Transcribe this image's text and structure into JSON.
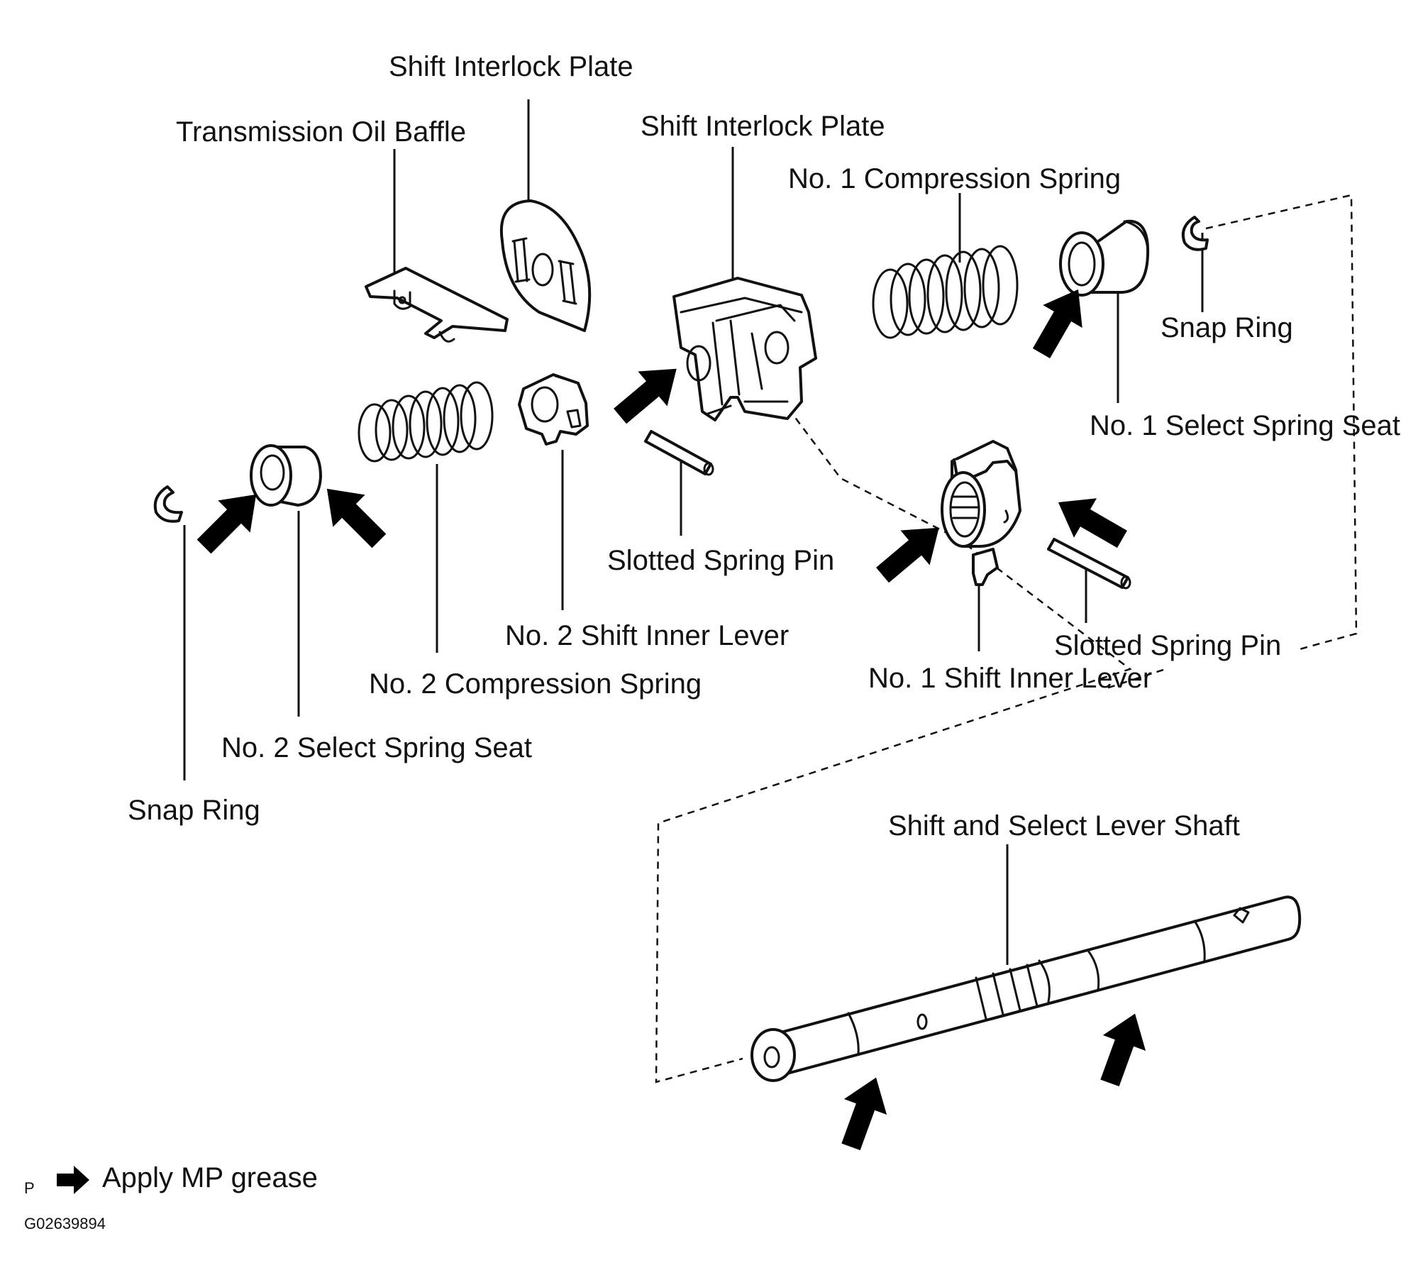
{
  "labels": {
    "shift_interlock_plate_top": "Shift Interlock Plate",
    "transmission_oil_baffle": "Transmission Oil Baffle",
    "shift_interlock_plate_mid": "Shift Interlock Plate",
    "no1_compression_spring": "No. 1 Compression Spring",
    "snap_ring_right": "Snap Ring",
    "no1_select_spring_seat": "No. 1 Select Spring Seat",
    "slotted_spring_pin_mid": "Slotted Spring Pin",
    "no2_shift_inner_lever": "No. 2 Shift Inner Lever",
    "no2_compression_spring": "No. 2 Compression Spring",
    "slotted_spring_pin_right": "Slotted Spring Pin",
    "no1_shift_inner_lever": "No. 1 Shift Inner Lever",
    "no2_select_spring_seat": "No. 2 Select Spring Seat",
    "snap_ring_left": "Snap Ring",
    "shift_select_lever_shaft": "Shift and Select Lever Shaft"
  },
  "legend": {
    "marker": "P",
    "arrow_icon": "grease-arrow-icon",
    "text": "Apply MP grease"
  },
  "figure_id": "G02639894"
}
